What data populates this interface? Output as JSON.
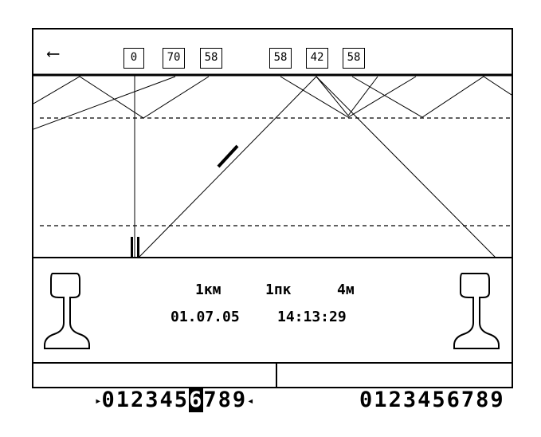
{
  "header": {
    "direction_arrow": "left-arrow-icon",
    "boxes_left": [
      "0",
      "70",
      "58"
    ],
    "boxes_right": [
      "58",
      "42",
      "58"
    ]
  },
  "info": {
    "km": "1км",
    "pk": "1пк",
    "m": "4м",
    "date": "01.07.05",
    "time": "14:13:29"
  },
  "channels": {
    "left": {
      "start_marker": "▸",
      "end_marker": "◂",
      "digits": [
        "0",
        "1",
        "2",
        "3",
        "4",
        "5",
        "6",
        "7",
        "8",
        "9"
      ],
      "selected_digit": "6"
    },
    "right": {
      "digits": [
        "0",
        "1",
        "2",
        "3",
        "4",
        "5",
        "6",
        "7",
        "8",
        "9"
      ]
    }
  },
  "icons": {
    "left_rail": "rail-profile-icon",
    "right_rail": "rail-profile-icon"
  }
}
